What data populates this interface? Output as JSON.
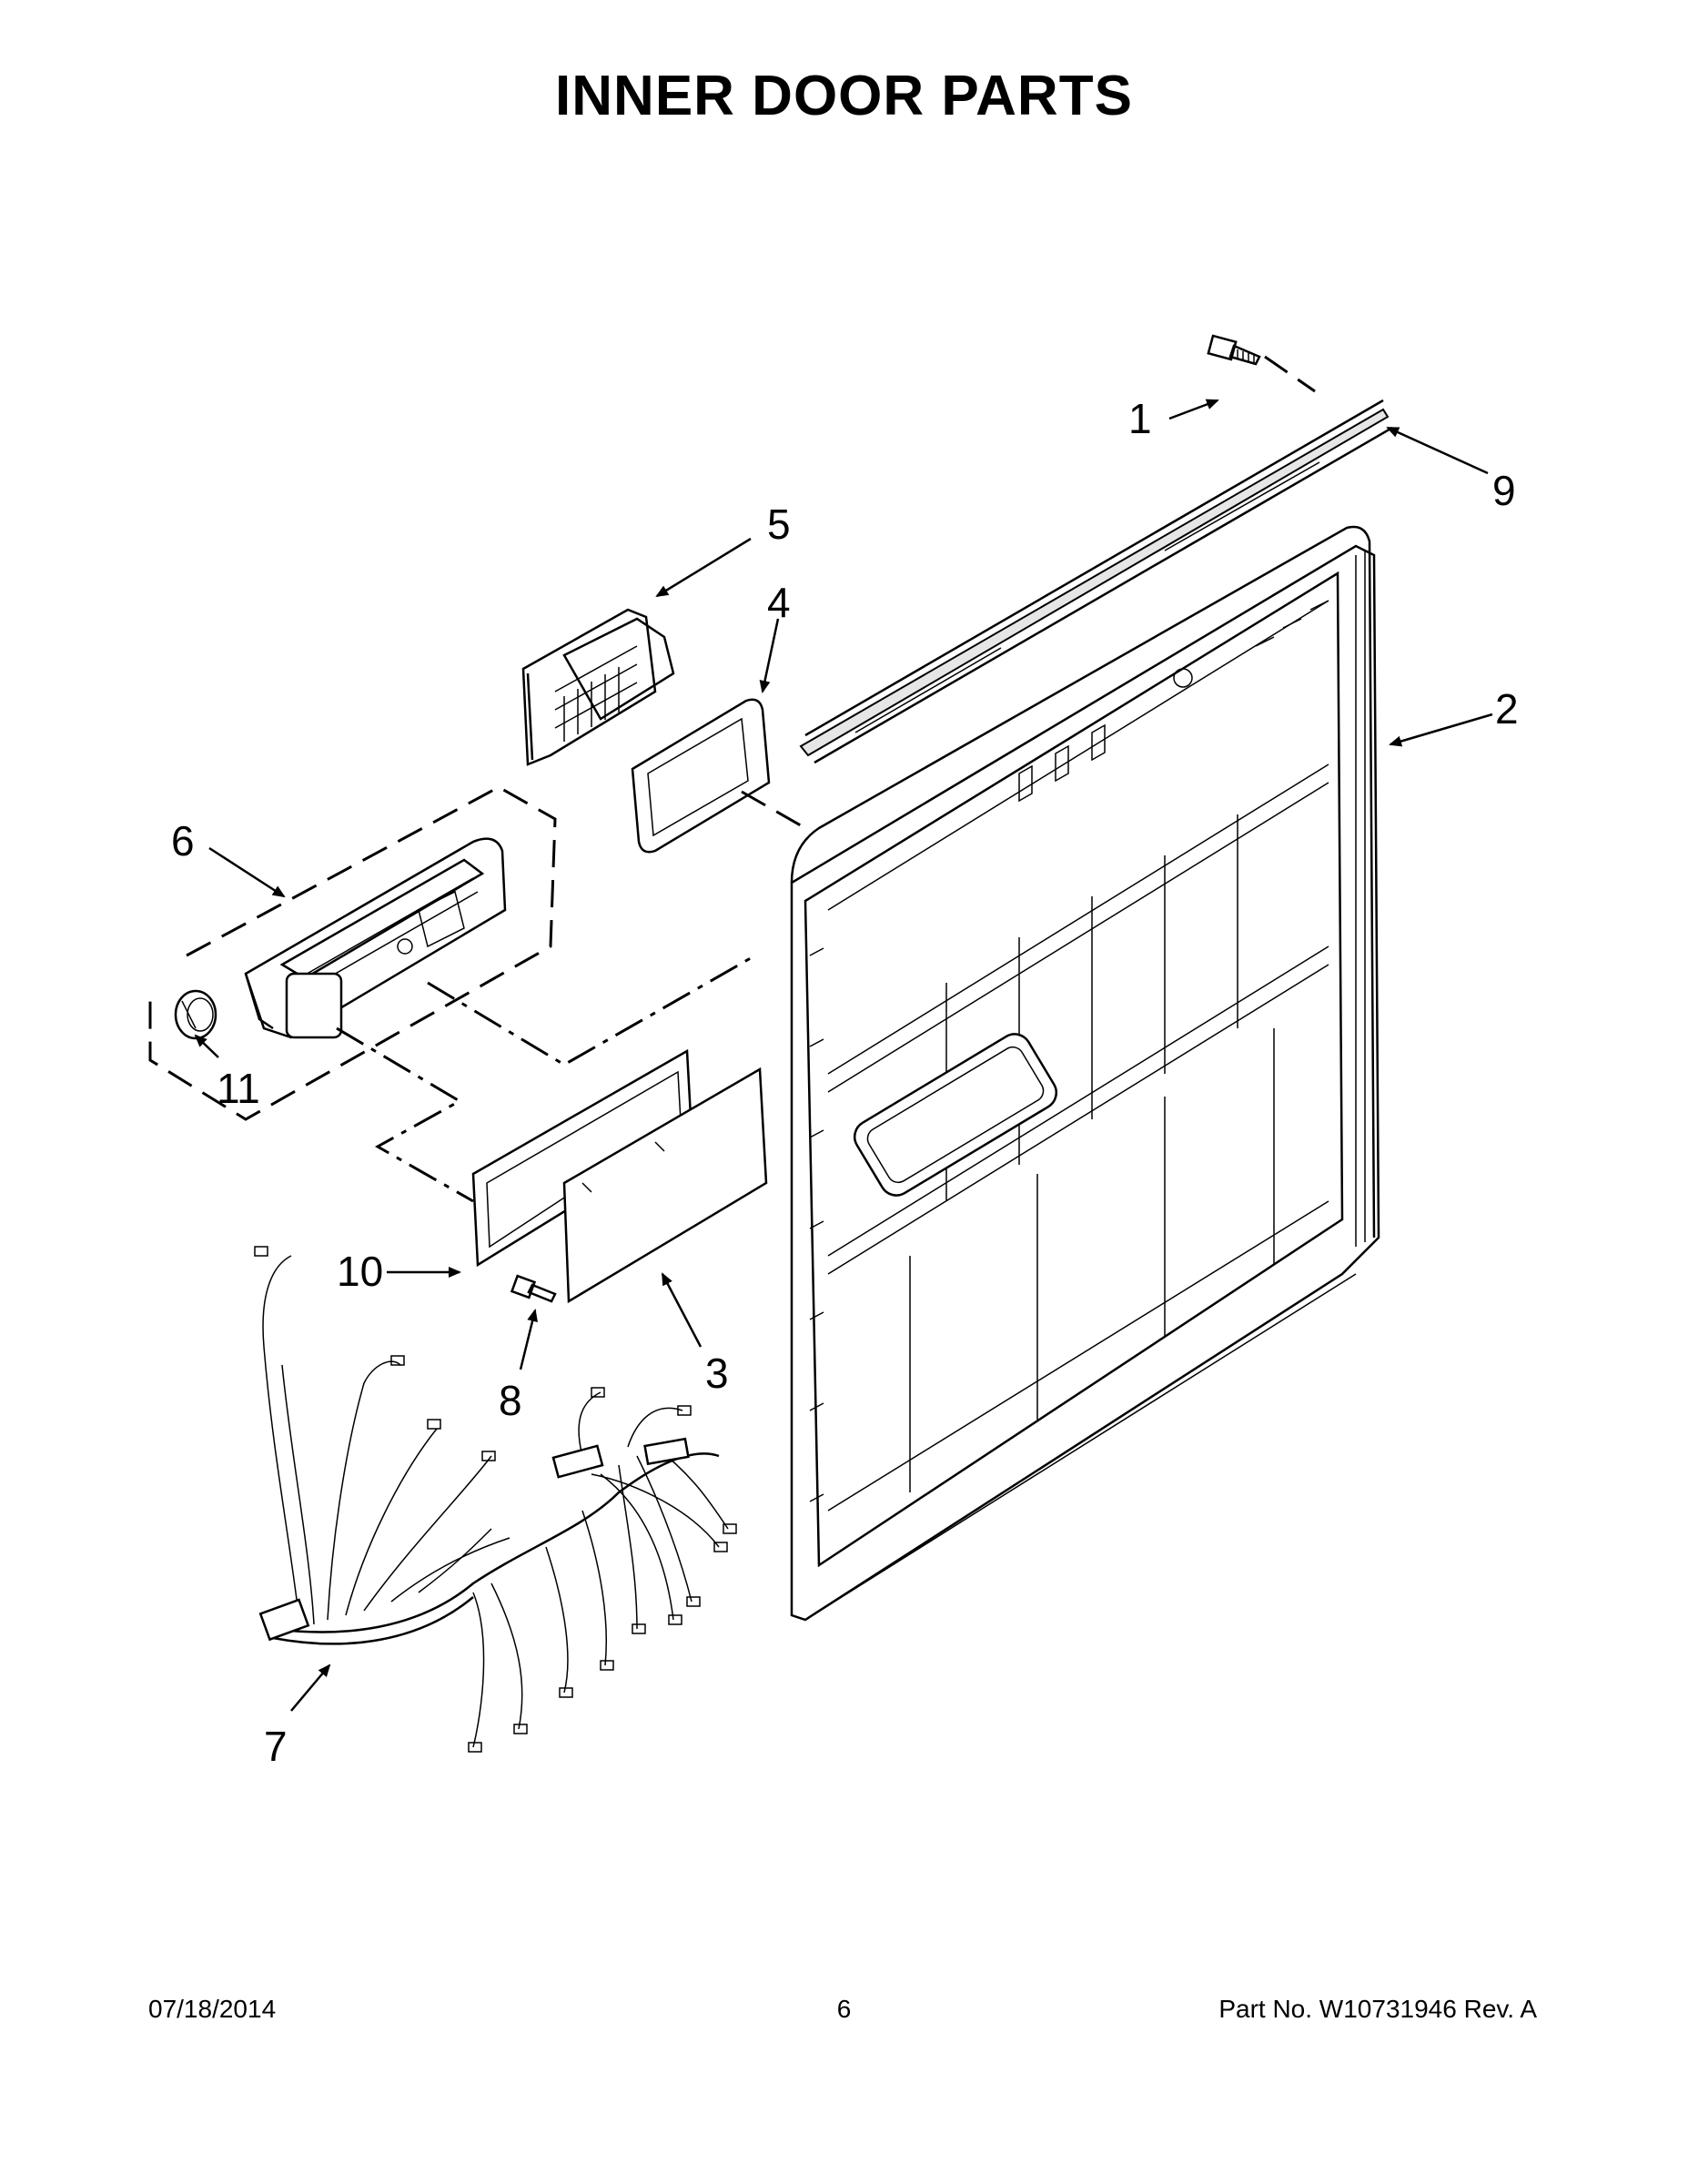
{
  "title": "INNER DOOR PARTS",
  "callouts": [
    "1",
    "2",
    "3",
    "4",
    "5",
    "6",
    "7",
    "8",
    "9",
    "10",
    "11"
  ],
  "footer": {
    "date": "07/18/2014",
    "page": "6",
    "part_no": "Part No.  W10731946  Rev.  A"
  }
}
